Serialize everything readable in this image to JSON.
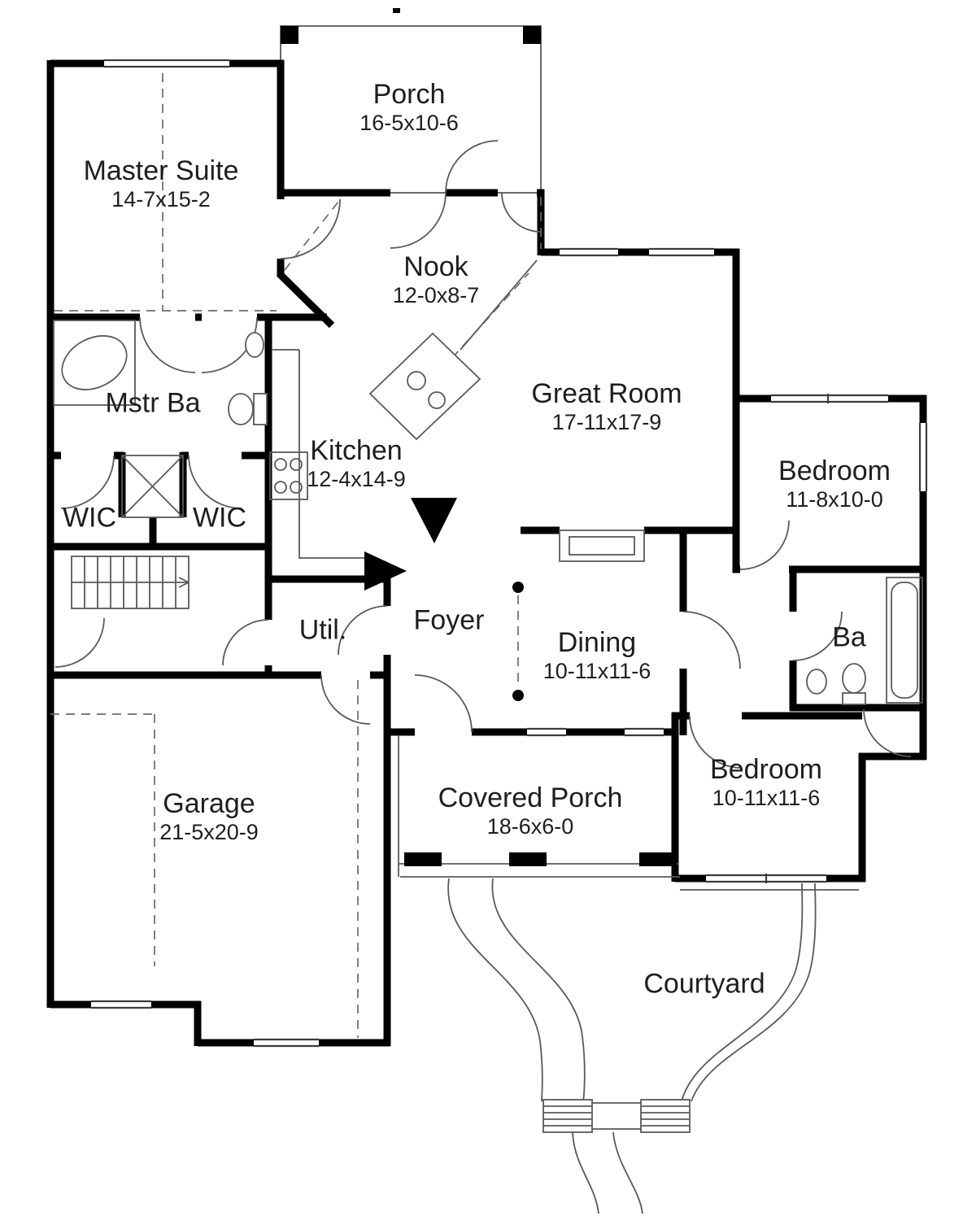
{
  "plan": {
    "type": "first-floor house plan",
    "rooms": [
      {
        "name": "Porch",
        "dims": "16-5x10-6"
      },
      {
        "name": "Master Suite",
        "dims": "14-7x15-2"
      },
      {
        "name": "Nook",
        "dims": "12-0x8-7"
      },
      {
        "name": "Great Room",
        "dims": "17-11x17-9"
      },
      {
        "name": "Mstr Ba",
        "dims": ""
      },
      {
        "name": "Kitchen",
        "dims": "12-4x14-9"
      },
      {
        "name": "Bedroom",
        "dims": "11-8x10-0"
      },
      {
        "name": "WIC",
        "dims": ""
      },
      {
        "name": "WIC",
        "dims": ""
      },
      {
        "name": "Util.",
        "dims": ""
      },
      {
        "name": "Foyer",
        "dims": ""
      },
      {
        "name": "Dining",
        "dims": "10-11x11-6"
      },
      {
        "name": "Ba",
        "dims": ""
      },
      {
        "name": "Garage",
        "dims": "21-5x20-9"
      },
      {
        "name": "Covered Porch",
        "dims": "18-6x6-0"
      },
      {
        "name": "Bedroom",
        "dims": "10-11x11-6"
      },
      {
        "name": "Courtyard",
        "dims": ""
      }
    ],
    "colors": {
      "wall": "#000000",
      "thin_line": "#5a5a5a",
      "text": "#1e1e1e",
      "background": "#ffffff"
    }
  }
}
